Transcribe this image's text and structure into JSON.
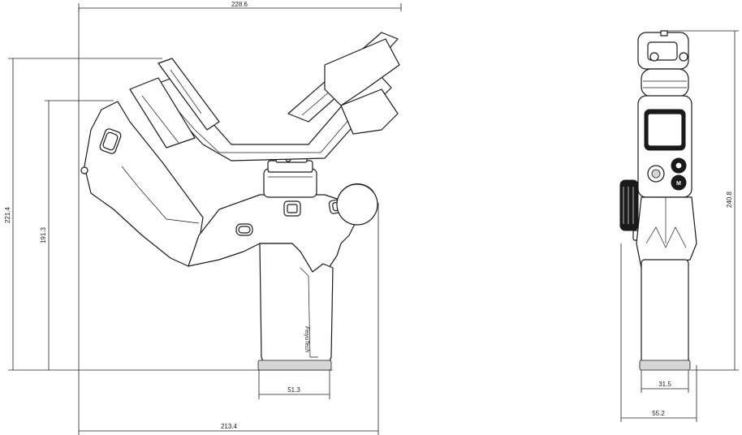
{
  "dimensions": {
    "top_width": "228.6",
    "bottom_width": "213.4",
    "overall_height": "221.4",
    "inner_height": "191.3",
    "handle_width": "51.3",
    "side_height": "240.8",
    "side_handle_width": "31.5",
    "side_overall_width": "55.2"
  },
  "brand_text": "FeiyuTech",
  "buttons": {
    "mode_button": "M"
  }
}
